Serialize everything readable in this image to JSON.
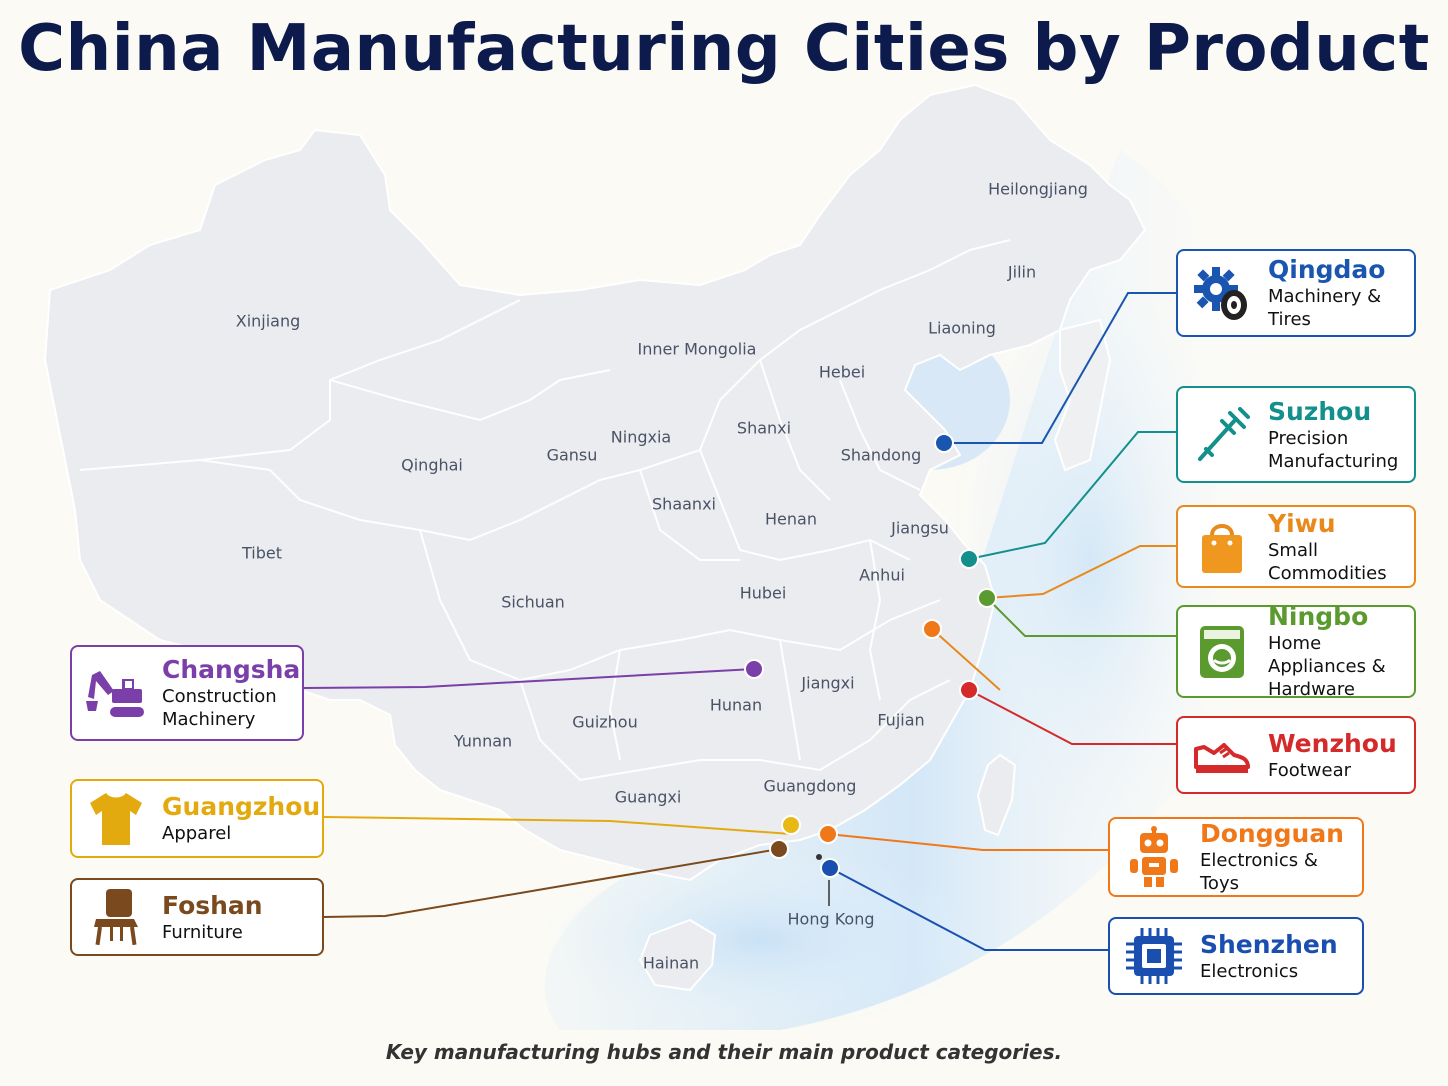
{
  "title": "China Manufacturing Cities by Product",
  "caption": "Key manufacturing hubs and their main product categories.",
  "regions": {
    "heilongjiang": "Heilongjiang",
    "jilin": "Jilin",
    "liaoning": "Liaoning",
    "xinjiang": "Xinjiang",
    "inner_mongolia": "Inner Mongolia",
    "hebei": "Hebei",
    "shanxi": "Shanxi",
    "ningxia": "Ningxia",
    "gansu": "Gansu",
    "qinghai": "Qinghai",
    "shandong": "Shandong",
    "shaanxi": "Shaanxi",
    "henan": "Henan",
    "jiangsu": "Jiangsu",
    "tibet": "Tibet",
    "anhui": "Anhui",
    "sichuan": "Sichuan",
    "hubei": "Hubei",
    "jiangxi": "Jiangxi",
    "hunan": "Hunan",
    "fujian": "Fujian",
    "guizhou": "Guizhou",
    "yunnan": "Yunnan",
    "guangdong": "Guangdong",
    "guangxi": "Guangxi",
    "hong_kong": "Hong Kong",
    "hainan": "Hainan"
  },
  "cities": {
    "qingdao": {
      "name": "Qingdao",
      "product": "Machinery & Tires",
      "color": "#1a56b0",
      "icon": "gear-tire-icon"
    },
    "suzhou": {
      "name": "Suzhou",
      "product": "Precision\nManufacturing",
      "color": "#138f8c",
      "icon": "caliper-icon"
    },
    "yiwu": {
      "name": "Yiwu",
      "product": "Small Commodities",
      "color": "#e8891c",
      "icon": "shopping-bag-icon"
    },
    "ningbo": {
      "name": "Ningbo",
      "product": "Home Appliances &\nHardware",
      "color": "#5a9a2f",
      "icon": "washing-machine-icon"
    },
    "wenzhou": {
      "name": "Wenzhou",
      "product": "Footwear",
      "color": "#d42a2a",
      "icon": "shoe-icon"
    },
    "changsha": {
      "name": "Changsha",
      "product": "Construction\nMachinery",
      "color": "#7a3fa8",
      "icon": "excavator-icon"
    },
    "guangzhou": {
      "name": "Guangzhou",
      "product": "Apparel",
      "color": "#e3aa0f",
      "icon": "tshirt-icon"
    },
    "foshan": {
      "name": "Foshan",
      "product": "Furniture",
      "color": "#7a4a1e",
      "icon": "chair-icon"
    },
    "dongguan": {
      "name": "Dongguan",
      "product": "Electronics & Toys",
      "color": "#f07818",
      "icon": "robot-icon"
    },
    "shenzhen": {
      "name": "Shenzhen",
      "product": "Electronics",
      "color": "#1a4fb0",
      "icon": "chip-icon"
    }
  }
}
